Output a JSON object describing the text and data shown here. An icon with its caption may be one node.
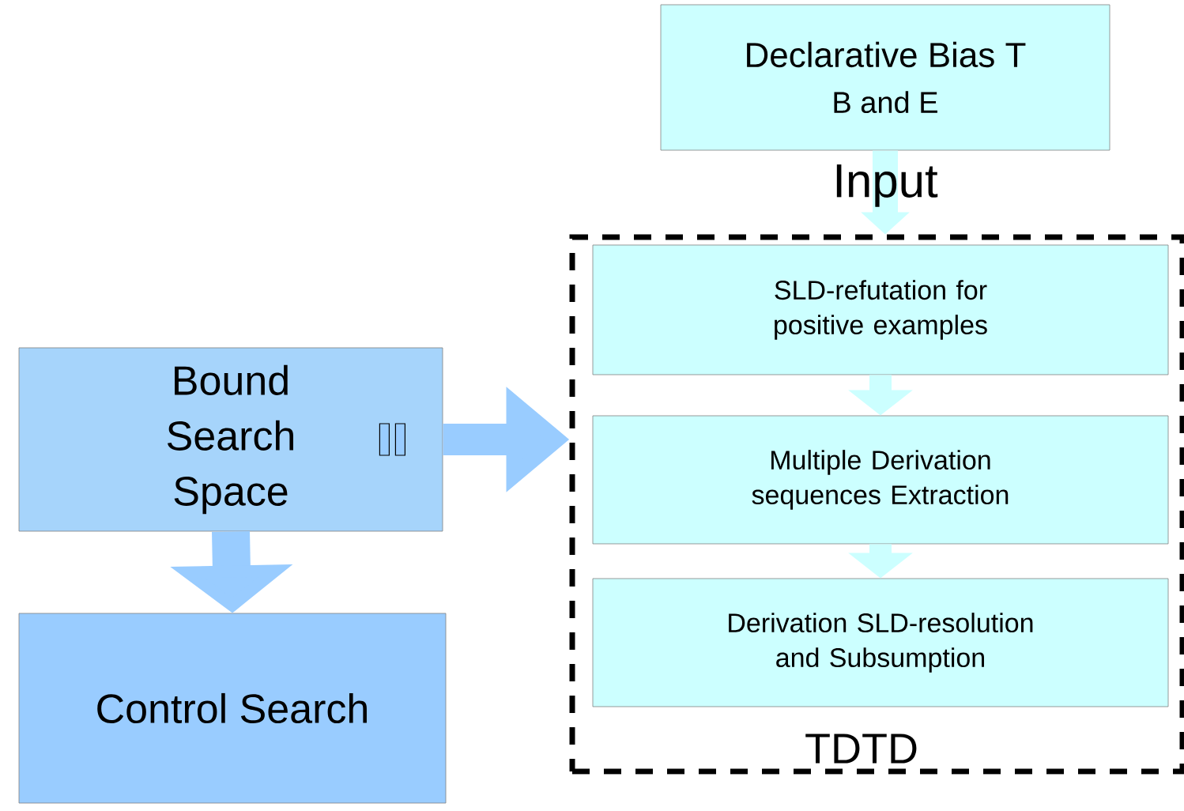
{
  "diagram": {
    "nodes": [
      {
        "text": [
          "Declarative Bias T",
          "B and E"
        ]
      },
      {
        "text": [
          "TDTD"
        ]
      },
      {
        "text": [
          "SLD-refutation for positive examples"
        ],
        "in": 1
      },
      {
        "text": [
          "Multiple Derivation sequences Extraction"
        ],
        "in": 1
      },
      {
        "text": [
          "Derivation SLD-resolution and Subsumption"
        ],
        "in": 1
      },
      {
        "text": [
          "Bound Search Space"
        ]
      },
      {
        "text": [
          "Control Search"
        ]
      }
    ],
    "edges": [
      {
        "from": 0,
        "to": 1,
        "arrow": "to",
        "label": "Input"
      },
      {
        "from": 2,
        "to": 3,
        "arrow": "to"
      },
      {
        "from": 3,
        "to": 4,
        "arrow": "to"
      },
      {
        "from": 5,
        "to": 1,
        "arrow": "to",
        "color": "#99ccff"
      },
      {
        "from": 5,
        "to": 6,
        "arrow": "to",
        "color": "#99ccff"
      }
    ]
  }
}
